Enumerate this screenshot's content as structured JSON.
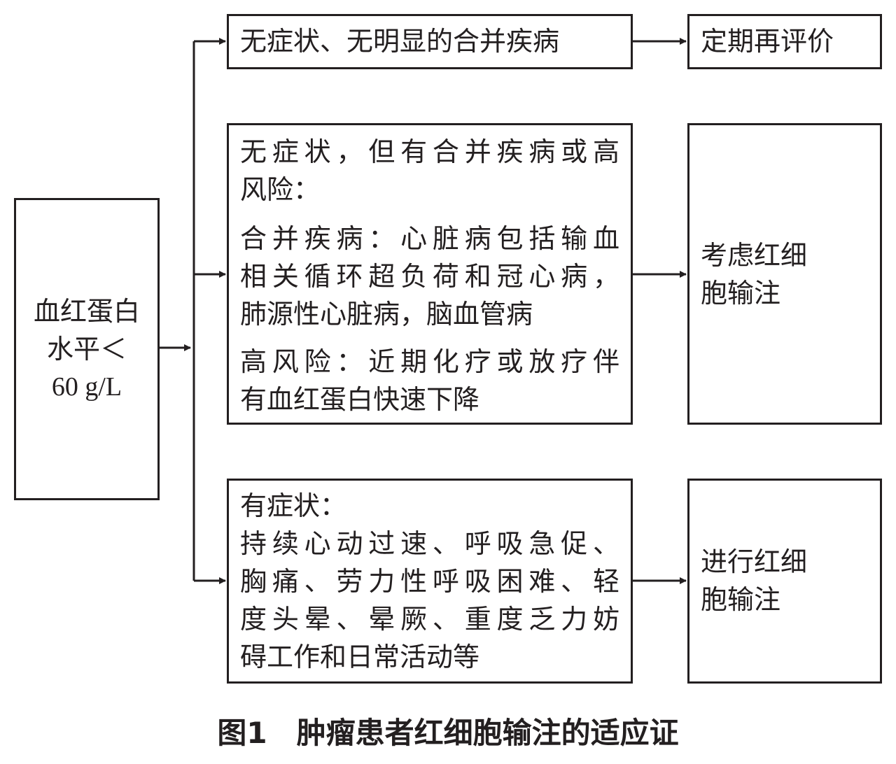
{
  "start": {
    "lines": [
      "血红蛋白",
      "水平＜",
      "60 g/L"
    ]
  },
  "branches": [
    {
      "condition_lines": [
        "无症状、无明显的合并疾病"
      ],
      "action_lines": [
        "定期再评价"
      ]
    },
    {
      "condition_lines": [
        "无症状，但有合并疾病或高",
        "风险：",
        "合并疾病：心脏病包括输血",
        "相关循环超负荷和冠心病，",
        "肺源性心脏病，脑血管病",
        "高风险：近期化疗或放疗伴",
        "有血红蛋白快速下降"
      ],
      "action_lines": [
        "考虑红细",
        "胞输注"
      ]
    },
    {
      "condition_lines": [
        "有症状：",
        "持续心动过速、呼吸急促、",
        "胸痛、劳力性呼吸困难、轻",
        "度头晕、晕厥、重度乏力妨",
        "碍工作和日常活动等"
      ],
      "action_lines": [
        "进行红细",
        "胞输注"
      ]
    }
  ],
  "caption": "图1　肿瘤患者红细胞输注的适应证"
}
